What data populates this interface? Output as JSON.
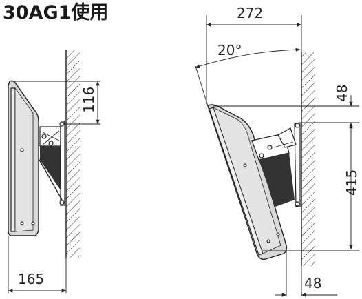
{
  "title": "30AG1使用",
  "dimensions": {
    "left_gap": "116",
    "left_depth": "165",
    "tilt_angle": "20°",
    "tilt_width": "272",
    "tilt_top_offset": "48",
    "tilt_height": "415",
    "tilt_bottom_depth": "48"
  }
}
